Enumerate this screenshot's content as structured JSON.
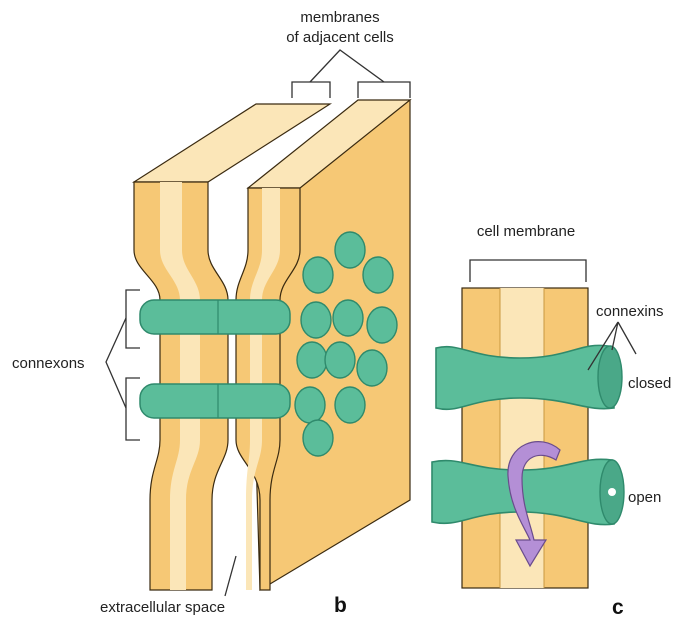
{
  "colors": {
    "membrane": "#f6c875",
    "membrane_light": "#fbe6b8",
    "membrane_dark": "#e7a947",
    "connexon": "#5bbd9a",
    "connexon_dark": "#2f8a6c",
    "arrow": "#b48fd6"
  },
  "labels": {
    "membranes_line1": "membranes",
    "membranes_line2": "of adjacent cells",
    "connexons": "connexons",
    "extracellular": "extracellular space",
    "panel_b": "b",
    "cell_membrane": "cell membrane",
    "connexins": "connexins",
    "closed": "closed",
    "open": "open",
    "panel_c": "c"
  },
  "icons": [
    "connexon-channel-icon",
    "rotation-arrow-icon"
  ]
}
